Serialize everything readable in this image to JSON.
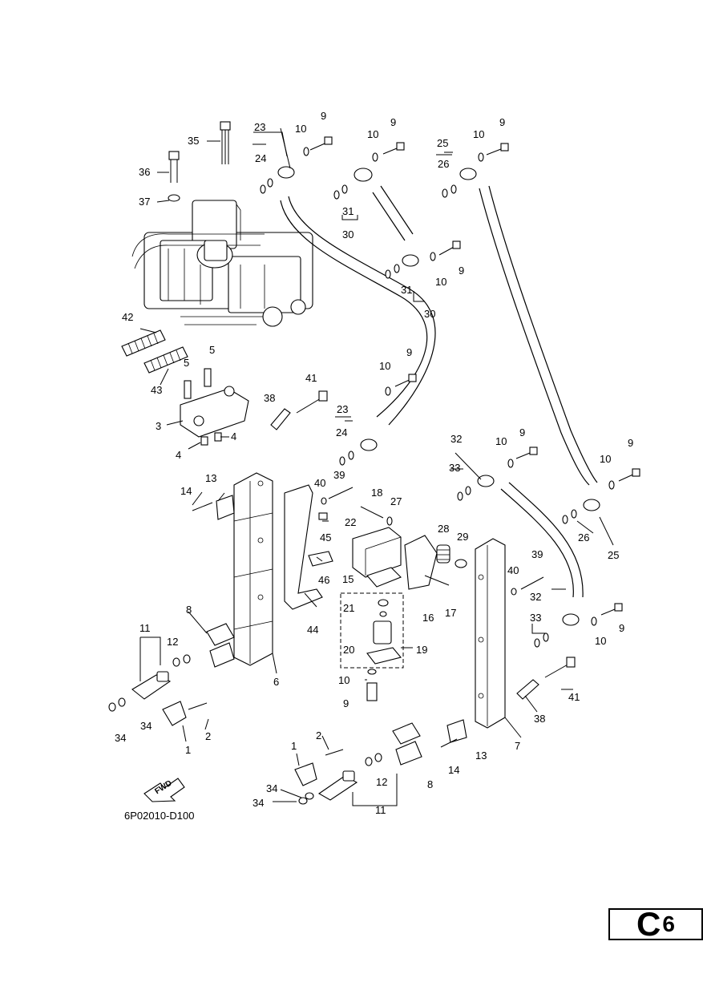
{
  "diagram": {
    "reference_code": "6P02010-D100",
    "fwd_label": "FWD",
    "page_code_letter": "C",
    "page_code_number": "6",
    "callouts": [
      {
        "id": "c35",
        "label": "35"
      },
      {
        "id": "c23a",
        "label": "23"
      },
      {
        "id": "c24a",
        "label": "24"
      },
      {
        "id": "c10a",
        "label": "10"
      },
      {
        "id": "c9a",
        "label": "9"
      },
      {
        "id": "c10b",
        "label": "10"
      },
      {
        "id": "c9b",
        "label": "9"
      },
      {
        "id": "c25a",
        "label": "25"
      },
      {
        "id": "c26a",
        "label": "26"
      },
      {
        "id": "c10c",
        "label": "10"
      },
      {
        "id": "c9c",
        "label": "9"
      },
      {
        "id": "c36",
        "label": "36"
      },
      {
        "id": "c37",
        "label": "37"
      },
      {
        "id": "c31a",
        "label": "31"
      },
      {
        "id": "c30a",
        "label": "30"
      },
      {
        "id": "c10d",
        "label": "10"
      },
      {
        "id": "c9d",
        "label": "9"
      },
      {
        "id": "c31b",
        "label": "31"
      },
      {
        "id": "c30b",
        "label": "30"
      },
      {
        "id": "c42",
        "label": "42"
      },
      {
        "id": "c43",
        "label": "43"
      },
      {
        "id": "c5a",
        "label": "5"
      },
      {
        "id": "c5b",
        "label": "5"
      },
      {
        "id": "c3",
        "label": "3"
      },
      {
        "id": "c4a",
        "label": "4"
      },
      {
        "id": "c4b",
        "label": "4"
      },
      {
        "id": "c38a",
        "label": "38"
      },
      {
        "id": "c41a",
        "label": "41"
      },
      {
        "id": "c10e",
        "label": "10"
      },
      {
        "id": "c9e",
        "label": "9"
      },
      {
        "id": "c23b",
        "label": "23"
      },
      {
        "id": "c24b",
        "label": "24"
      },
      {
        "id": "c32a",
        "label": "32"
      },
      {
        "id": "c10f",
        "label": "10"
      },
      {
        "id": "c9f",
        "label": "9"
      },
      {
        "id": "c9g",
        "label": "9"
      },
      {
        "id": "c10g",
        "label": "10"
      },
      {
        "id": "c33a",
        "label": "33"
      },
      {
        "id": "c14a",
        "label": "14"
      },
      {
        "id": "c13a",
        "label": "13"
      },
      {
        "id": "c40a",
        "label": "40"
      },
      {
        "id": "c39a",
        "label": "39"
      },
      {
        "id": "c18",
        "label": "18"
      },
      {
        "id": "c27",
        "label": "27"
      },
      {
        "id": "c22",
        "label": "22"
      },
      {
        "id": "c28",
        "label": "28"
      },
      {
        "id": "c29",
        "label": "29"
      },
      {
        "id": "c26b",
        "label": "26"
      },
      {
        "id": "c25b",
        "label": "25"
      },
      {
        "id": "c45",
        "label": "45"
      },
      {
        "id": "c46",
        "label": "46"
      },
      {
        "id": "c15",
        "label": "15"
      },
      {
        "id": "c16",
        "label": "16"
      },
      {
        "id": "c17",
        "label": "17"
      },
      {
        "id": "c39b",
        "label": "39"
      },
      {
        "id": "c40b",
        "label": "40"
      },
      {
        "id": "c44",
        "label": "44"
      },
      {
        "id": "c21",
        "label": "21"
      },
      {
        "id": "c32b",
        "label": "32"
      },
      {
        "id": "c33b",
        "label": "33"
      },
      {
        "id": "c9h",
        "label": "9"
      },
      {
        "id": "c10h",
        "label": "10"
      },
      {
        "id": "c8a",
        "label": "8"
      },
      {
        "id": "c11a",
        "label": "11"
      },
      {
        "id": "c12a",
        "label": "12"
      },
      {
        "id": "c19",
        "label": "19"
      },
      {
        "id": "c20",
        "label": "20"
      },
      {
        "id": "c6",
        "label": "6"
      },
      {
        "id": "c10i",
        "label": "10"
      },
      {
        "id": "c9i",
        "label": "9"
      },
      {
        "id": "c41b",
        "label": "41"
      },
      {
        "id": "c38b",
        "label": "38"
      },
      {
        "id": "c34a",
        "label": "34"
      },
      {
        "id": "c34b",
        "label": "34"
      },
      {
        "id": "c1a",
        "label": "1"
      },
      {
        "id": "c2a",
        "label": "2"
      },
      {
        "id": "c7",
        "label": "7"
      },
      {
        "id": "c2b",
        "label": "2"
      },
      {
        "id": "c13b",
        "label": "13"
      },
      {
        "id": "c14b",
        "label": "14"
      },
      {
        "id": "c1b",
        "label": "1"
      },
      {
        "id": "c8b",
        "label": "8"
      },
      {
        "id": "c12b",
        "label": "12"
      },
      {
        "id": "c34c",
        "label": "34"
      },
      {
        "id": "c34d",
        "label": "34"
      },
      {
        "id": "c11b",
        "label": "11"
      }
    ]
  }
}
